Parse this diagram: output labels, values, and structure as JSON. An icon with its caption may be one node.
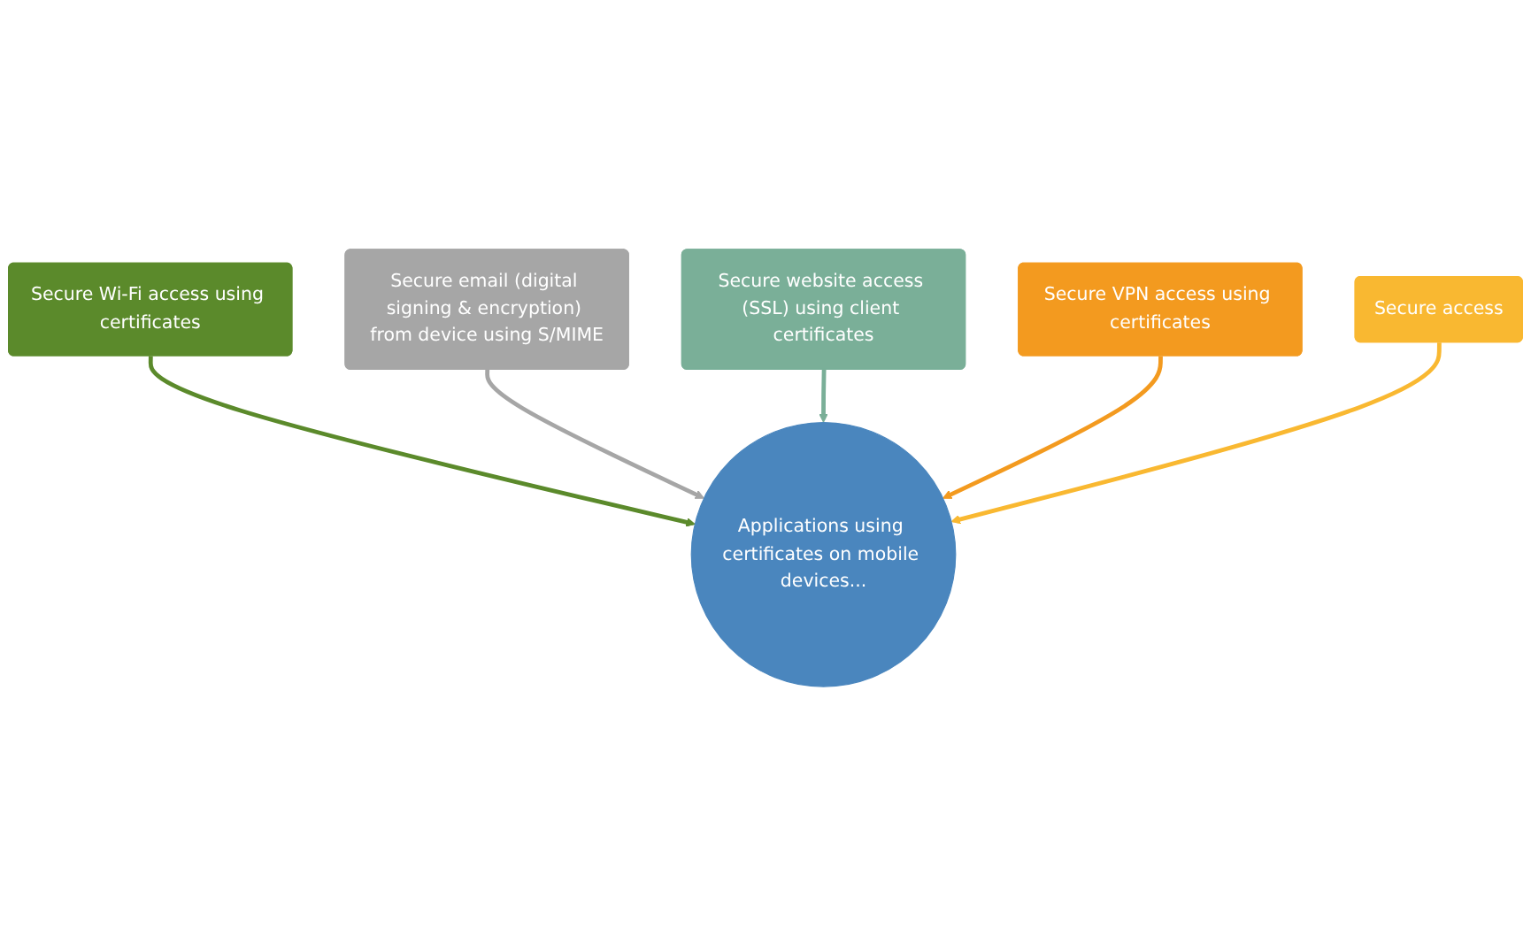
{
  "diagram": {
    "nodes": [
      {
        "text": [
          "Secure email (digital signing & encryption) from device using S/MIME"
        ]
      },
      {
        "text": [
          "Secure Wi-Fi access using certificates"
        ]
      },
      {
        "text": [
          "Secure website access (SSL) using client certificates"
        ]
      },
      {
        "text": [
          "Secure VPN access using certificates"
        ]
      },
      {
        "text": [
          "Applications using certificates on mobile devices..."
        ]
      },
      {
        "text": [
          "Secure access"
        ]
      }
    ],
    "edges": [
      {
        "from": 1,
        "to": 4,
        "arrow": "to",
        "color": "#5b8a2b"
      },
      {
        "from": 0,
        "to": 4,
        "arrow": "to",
        "color": "#a6a6a6"
      },
      {
        "from": 2,
        "to": 4,
        "arrow": "to",
        "color": "#7aaf98"
      },
      {
        "from": 3,
        "to": 4,
        "arrow": "to",
        "color": "#f39a1f"
      },
      {
        "from": 5,
        "to": 4,
        "arrow": "to",
        "color": "#f9b831"
      }
    ]
  }
}
